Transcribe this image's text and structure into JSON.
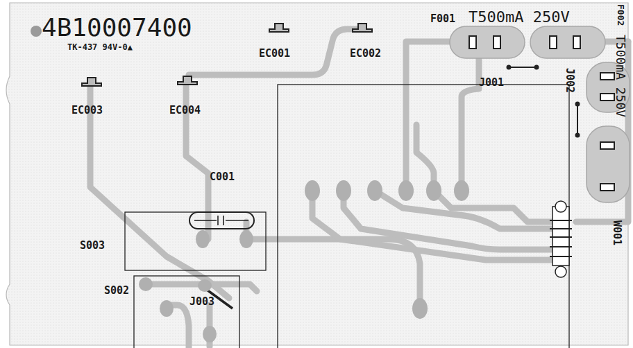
{
  "diagram": {
    "labels": [
      "4B10007400",
      "TK-437 94V-0▲",
      "EC001",
      "EC002",
      "F001",
      "T500mA 250V",
      "EC003",
      "EC004",
      "J001",
      "J002",
      "F002",
      "T500mA 250V",
      "C001",
      "S003",
      "W001",
      "S002",
      "J003"
    ]
  }
}
